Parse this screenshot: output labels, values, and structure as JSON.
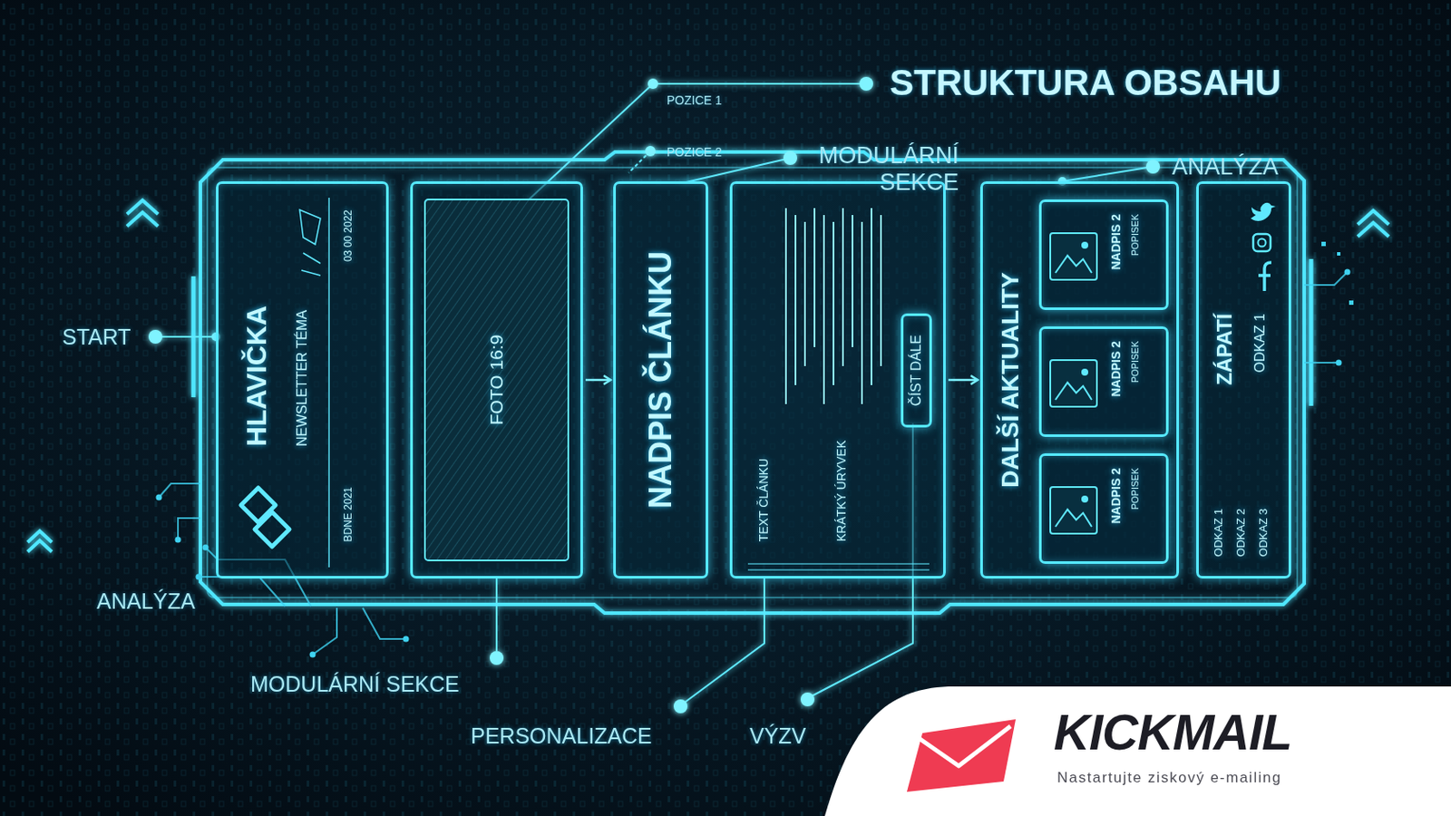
{
  "diagram": {
    "title": "STRUKTURA OBSAHU",
    "nodes": [
      {
        "text": [
          "HLAVIČKA",
          "NEWSLETTER TÉMA",
          "BDNE 2021",
          "03 00 2022"
        ]
      },
      {
        "text": [
          "FOTO 16:9"
        ]
      },
      {
        "text": [
          "NADPIS ČLÁNKU"
        ]
      },
      {
        "text": [
          "TEXT ČLÁNKU",
          "KRÁTKÝ ÚRYVEK"
        ]
      },
      {
        "text": [
          "ČÍST DÁLE"
        ],
        "in": 3
      },
      {
        "text": [
          "DALŠÍ AKTUALITY"
        ]
      },
      {
        "text": [
          "NADPIS 2",
          "POPISEK"
        ],
        "in": 5
      },
      {
        "text": [
          "NADPIS 2",
          "POPISEK"
        ],
        "in": 5
      },
      {
        "text": [
          "NADPIS 2",
          "POPISEK"
        ],
        "in": 5
      },
      {
        "text": [
          "ZÁPATÍ",
          "ODKAZ 1",
          "ODKAZ 1",
          "ODKAZ 2",
          "ODKAZ 3"
        ]
      },
      {
        "text": [
          "KICKMAIL",
          "Nastartujte ziskový e-mailing"
        ]
      }
    ],
    "edges": [
      {
        "from": 1,
        "to": 2,
        "arrow": "to"
      },
      {
        "from": 3,
        "to": 5,
        "arrow": "to"
      }
    ],
    "labels": [
      "POZICE 1",
      "POZICE 2",
      "MODULÁRNÍ SEKCE",
      "ANALÝZA",
      "START",
      "ANALÝZA",
      "MODULÁRNÍ SEKCE",
      "PERSONALIZACE",
      "VÝZV"
    ]
  }
}
